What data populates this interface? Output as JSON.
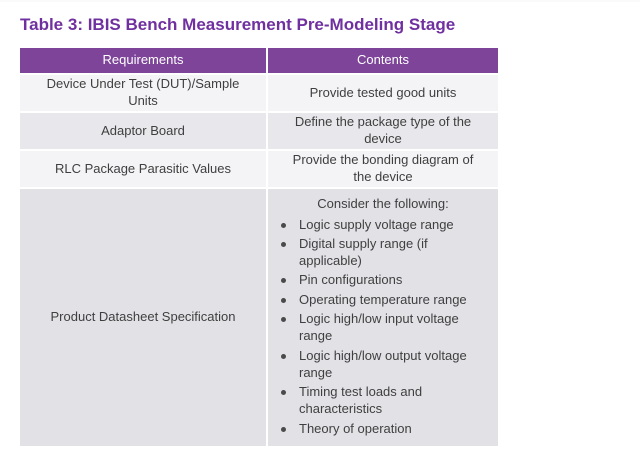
{
  "page": {
    "title": "Table 3: IBIS Bench Measurement Pre-Modeling Stage"
  },
  "table": {
    "headers": [
      "Requirements",
      "Contents"
    ],
    "rows": [
      {
        "requirement": "Device Under Test (DUT)/Sample Units",
        "content": "Provide tested good units"
      },
      {
        "requirement": "Adaptor Board",
        "content": "Define the package type of the device"
      },
      {
        "requirement": "RLC Package Parasitic Values",
        "content": "Provide the bonding diagram of the device"
      },
      {
        "requirement": "Product Datasheet Specification",
        "intro": "Consider the following:",
        "bullets": [
          "Logic supply voltage range",
          "Digital supply range (if applicable)",
          "Pin configurations",
          "Operating temperature range",
          "Logic high/low input voltage range",
          "Logic high/low output voltage range",
          "Timing test loads and characteristics",
          "Theory of operation"
        ]
      }
    ]
  },
  "colors": {
    "title_color": "#7030a0",
    "header_bg": "#7d4499",
    "header_text": "#ffffff",
    "row_light": "#f4f3f6",
    "row_dark": "#e8e7eb",
    "row_deep": "#e2e1e6",
    "body_text": "#3f3f3f"
  }
}
